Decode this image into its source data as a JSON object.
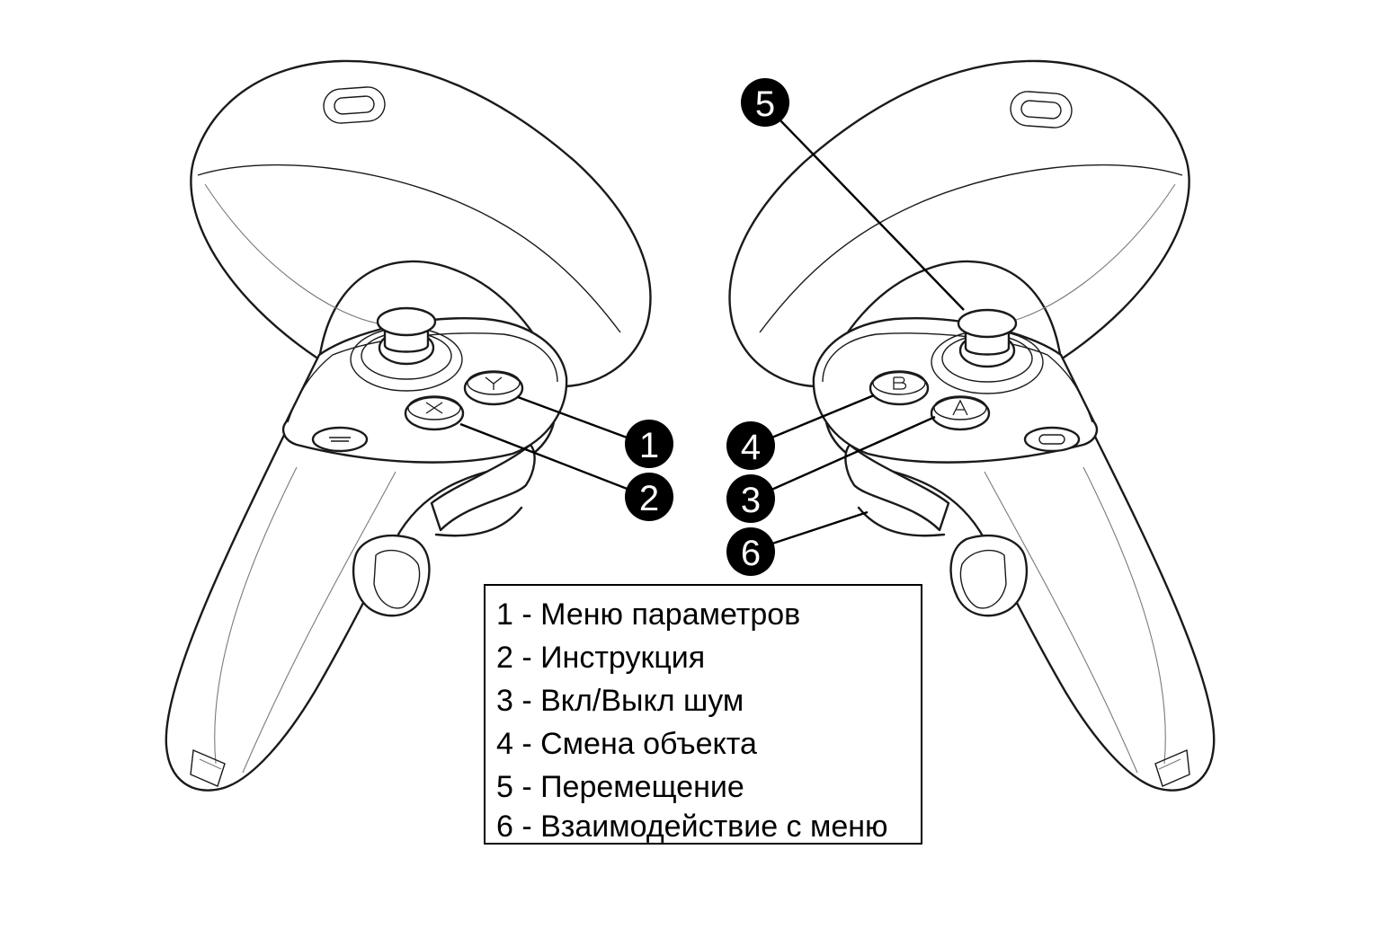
{
  "badges": [
    "1",
    "2",
    "3",
    "4",
    "5",
    "6"
  ],
  "controller_buttons": {
    "left_upper": "Y",
    "left_lower": "X",
    "right_upper": "B",
    "right_lower": "A"
  },
  "legend": [
    "1 - Меню параметров",
    "2 - Инструкция",
    "3 - Вкл/Выкл шум",
    "4 - Смена объекта",
    "5 - Перемещение",
    "6 - Взаимодействие с меню"
  ]
}
